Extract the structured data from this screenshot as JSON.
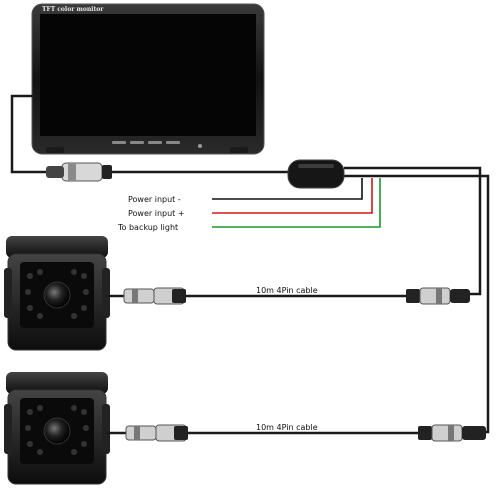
{
  "monitor": {
    "title": "TFT color monitor"
  },
  "wires": [
    {
      "label": "Power input -",
      "color": "#111111"
    },
    {
      "label": "Power input +",
      "color": "#d01818"
    },
    {
      "label": "To backup light",
      "color": "#1a9a2a"
    }
  ],
  "cables": [
    {
      "label": "10m 4Pin cable"
    },
    {
      "label": "10m 4Pin cable"
    }
  ],
  "colors": {
    "cable": "#1a1a1a",
    "device": "#101010",
    "connector": "#2a2a2a"
  }
}
